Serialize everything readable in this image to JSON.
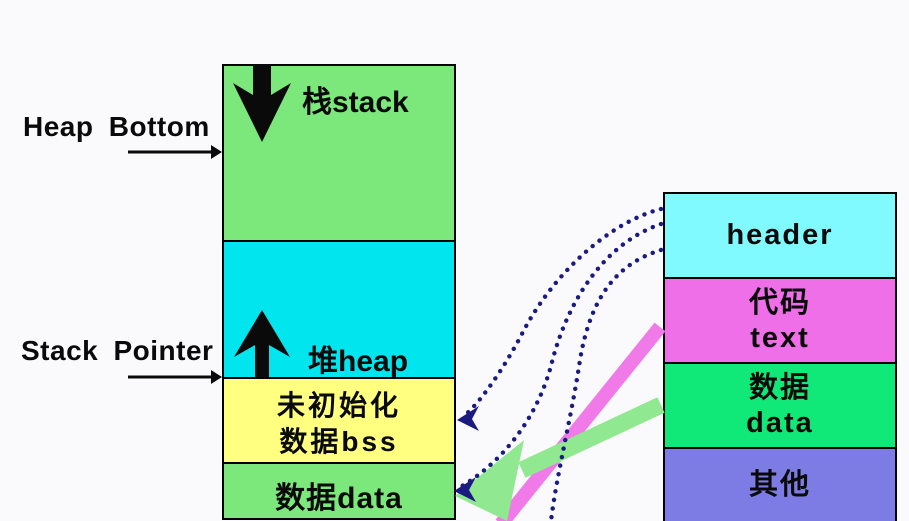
{
  "pointers": {
    "heap_bottom": "Heap Bottom",
    "stack_pointer": "Stack Pointer"
  },
  "memory_column": {
    "stack_label": "栈stack",
    "heap_label": "堆heap",
    "bss_line1": "未初始化",
    "bss_line2": "数据bss",
    "data_label": "数据data"
  },
  "file_column": {
    "header_label": "header",
    "text_line1": "代码",
    "text_line2": "text",
    "data_line1": "数据",
    "data_line2": "data",
    "other_label": "其他"
  },
  "colors": {
    "stack_green": "#7ce87c",
    "heap_cyan": "#00e5ee",
    "bss_yellow": "#ffff80",
    "mem_data_green": "#7ce87c",
    "header_cyan": "#80faff",
    "text_magenta": "#ee6fe8",
    "file_data_green": "#10e878",
    "other_periwinkle": "#7c7ce4",
    "dotted_navy": "#1a1a80",
    "stripe_magenta": "#f07be8",
    "stripe_green": "#90e890",
    "arrow_black": "#0a0a0a"
  }
}
